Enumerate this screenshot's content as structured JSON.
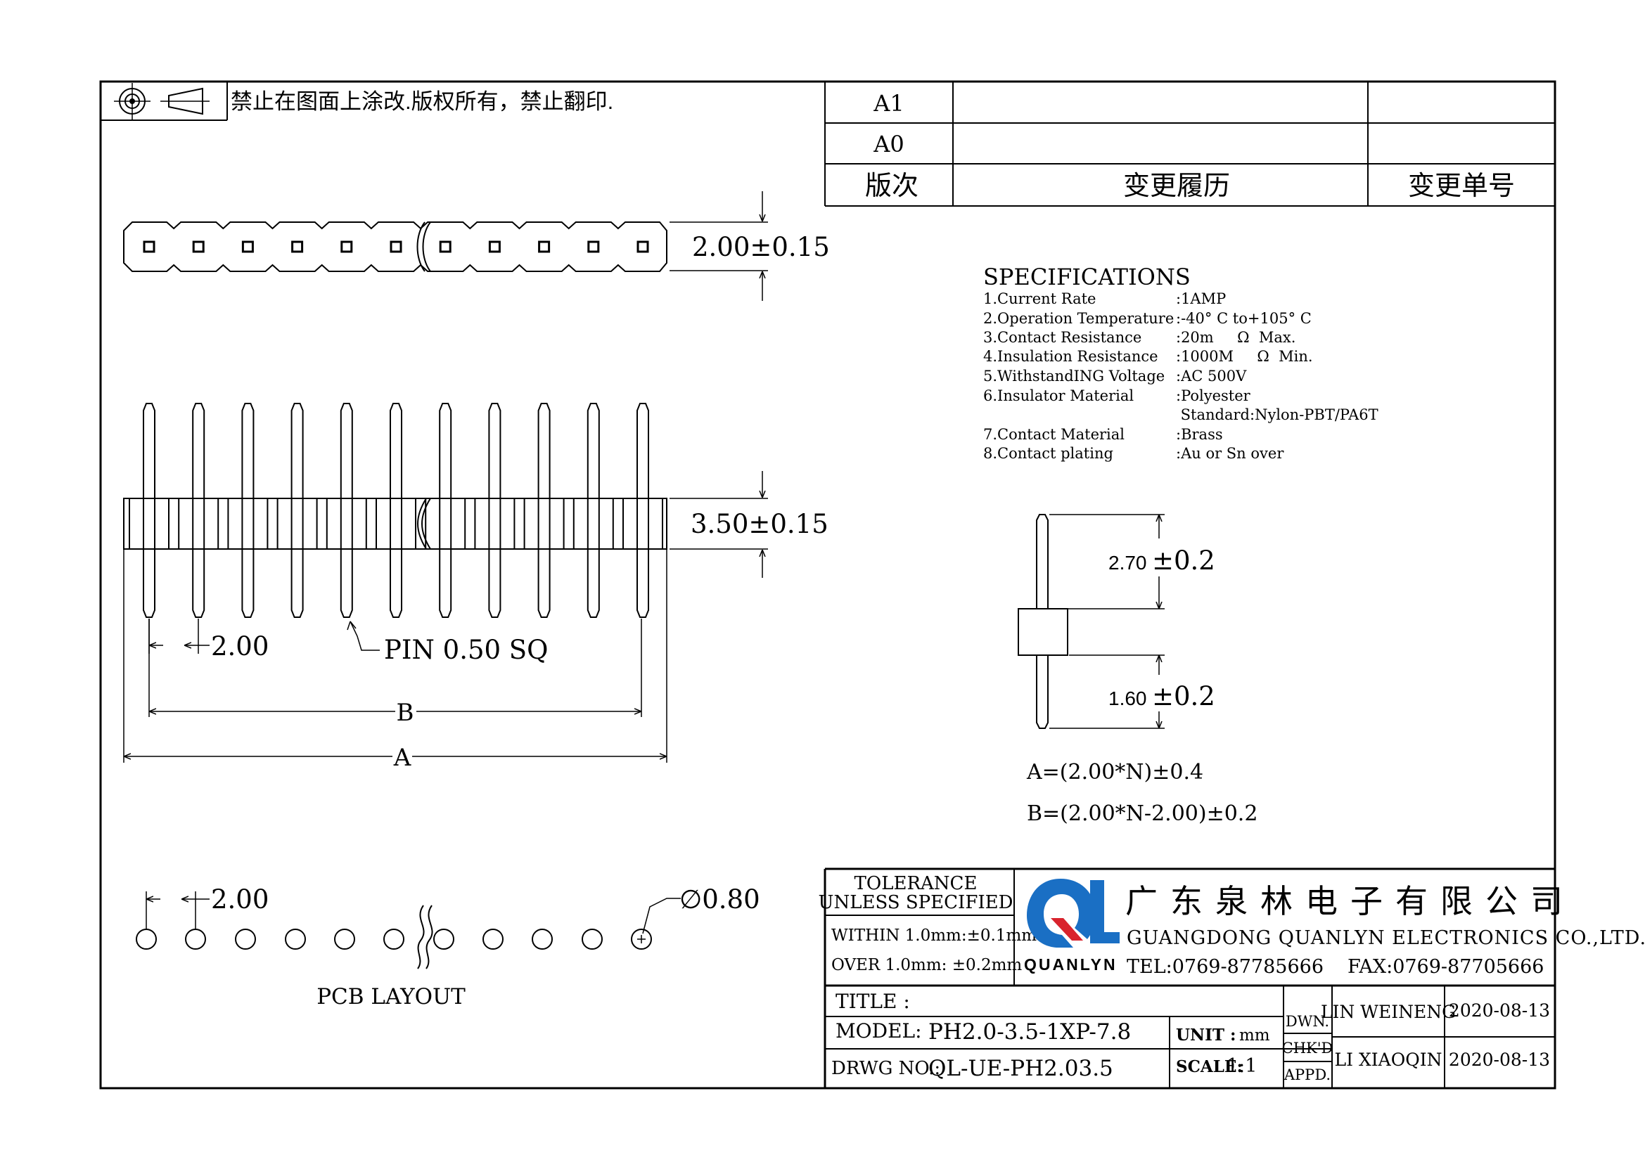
{
  "header": {
    "notice": "禁止在图面上涂改.版权所有，禁止翻印.",
    "projection_symbol": "third-angle-projection-icon"
  },
  "revision_table": {
    "rows": [
      {
        "version": "A1",
        "history": "",
        "change_no": ""
      },
      {
        "version": "A0",
        "history": "",
        "change_no": ""
      }
    ],
    "headers": {
      "version": "版次",
      "history": "变更履历",
      "change_no": "变更单号"
    }
  },
  "drawing": {
    "top_view_dim": "2.00±0.15",
    "front_view_dim": "3.50±0.15",
    "pitch_dim": "2.00",
    "pin_note": "PIN 0.50 SQ",
    "dim_a": "A",
    "dim_b": "B",
    "side_upper_value": "2.70",
    "side_upper_tol": "±0.2",
    "side_lower_value": "1.60",
    "side_lower_tol": "±0.2",
    "formula_a": "A=(2.00*N)±0.4",
    "formula_b": "B=(2.00*N-2.00)±0.2",
    "pcb_pitch": "2.00",
    "pcb_hole": "∅0.80",
    "pcb_title": "PCB LAYOUT",
    "pin_count_shown": 11
  },
  "specifications": {
    "title": "SPECIFICATIONS",
    "items": [
      {
        "label": "1.Current Rate",
        "value": ":1AMP"
      },
      {
        "label": "2.Operation Temperature",
        "value": ":-40° C to+105° C"
      },
      {
        "label": "3.Contact Resistance",
        "value": ":20m     Ω  Max."
      },
      {
        "label": "4.Insulation Resistance",
        "value": ":1000M     Ω  Min."
      },
      {
        "label": "5.WithstandING Voltage",
        "value": ":AC 500V"
      },
      {
        "label": "6.Insulator Material",
        "value": ":Polyester"
      },
      {
        "label": "",
        "value": " Standard:Nylon-PBT/PA6T"
      },
      {
        "label": "7.Contact Material",
        "value": ":Brass"
      },
      {
        "label": "8.Contact plating",
        "value": ":Au or Sn over"
      }
    ]
  },
  "title_block": {
    "tolerance_title_1": "TOLERANCE",
    "tolerance_title_2": "UNLESS SPECIFIED",
    "tol_within": "WITHIN 1.0mm:±0.1mm",
    "tol_over": "OVER 1.0mm:  ±0.2mm",
    "company_cn": "广东泉林电子有限公司",
    "company_en": "GUANGDONG QUANLYN ELECTRONICS CO.,LTD.",
    "logo_text": "QUANLYN",
    "tel": "TEL:0769-87785666",
    "fax": "FAX:0769-87705666",
    "title_label": "TITLE :",
    "model_label": "MODEL:",
    "model_value": "PH2.0-3.5-1XP-7.8",
    "drwg_label": "DRWG NO.:",
    "drwg_value": "QL-UE-PH2.03.5",
    "unit_label": "UNIT :",
    "unit_value": "mm",
    "scale_label": "SCALE:",
    "scale_value": "1:1",
    "dwn_label": "DWN.",
    "chkd_label": "CHK'D",
    "appd_label": "APPD.",
    "dwn_name": "LIN WEINENG",
    "dwn_date": "2020-08-13",
    "chk_name": "LI XIAOQIN",
    "chk_date": "2020-08-13",
    "logo_blue": "#1a6fc4",
    "logo_red": "#d9232d"
  }
}
